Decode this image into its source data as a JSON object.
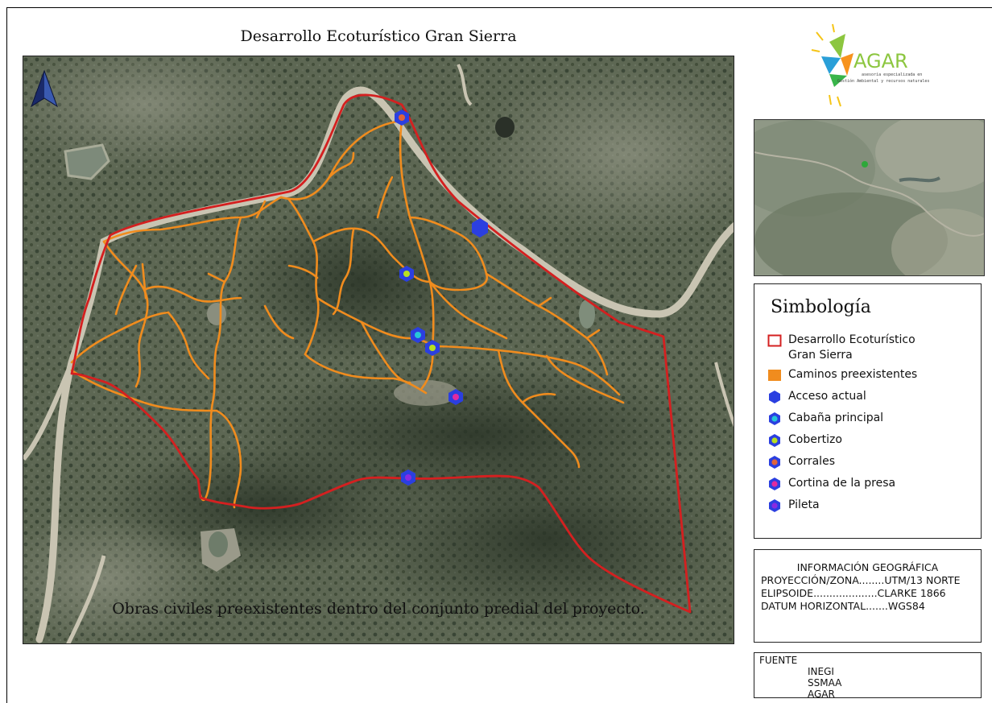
{
  "page": {
    "title": "Desarrollo Ecoturístico Gran Sierra",
    "caption": "Obras civiles preexistentes dentro del conjunto predial del proyecto."
  },
  "logo": {
    "brand": "AGAR",
    "tagline_1": "asesoría especializada en",
    "tagline_2": "Gestión Ambiental y recursos naturales"
  },
  "legend": {
    "title": "Simbología",
    "items": [
      {
        "label": "Desarrollo Ecoturístico",
        "label2": "Gran Sierra",
        "symbol": "polygon-outline",
        "color": "#d42020"
      },
      {
        "label": "Caminos preexistentes",
        "symbol": "line",
        "color": "#f08c1e"
      },
      {
        "label": "Acceso actual",
        "symbol": "hexagon",
        "color": "#2b3fe0",
        "inner": "#2b3fe0"
      },
      {
        "label": "Cabaña principal",
        "symbol": "hexagon",
        "color": "#2b3fe0",
        "inner": "#27c6d8"
      },
      {
        "label": "Cobertizo",
        "symbol": "hexagon",
        "color": "#2b3fe0",
        "inner": "#b8e020"
      },
      {
        "label": "Corrales",
        "symbol": "hexagon",
        "color": "#2b3fe0",
        "inner": "#e0643a"
      },
      {
        "label": "Cortina de la presa",
        "symbol": "hexagon",
        "color": "#2b3fe0",
        "inner": "#e02aa0"
      },
      {
        "label": "Pileta",
        "symbol": "hexagon",
        "color": "#2b3fe0",
        "inner": "#8a2ae0"
      }
    ]
  },
  "info": {
    "heading": "INFORMACIÓN GEOGRÁFICA",
    "lines": [
      "PROYECCIÓN/ZONA........UTM/13 NORTE",
      "ELIPSOIDE....................CLARKE 1866",
      "DATUM HORIZONTAL.......WGS84"
    ]
  },
  "fuente": {
    "heading": "FUENTE",
    "sources": [
      "INEGI",
      "SSMAA",
      "AGAR"
    ]
  },
  "colors": {
    "boundary": "#d42020",
    "roads": "#f08c1e",
    "marker_outer": "#2b3fe0",
    "locator_point": "#2ea83a"
  }
}
